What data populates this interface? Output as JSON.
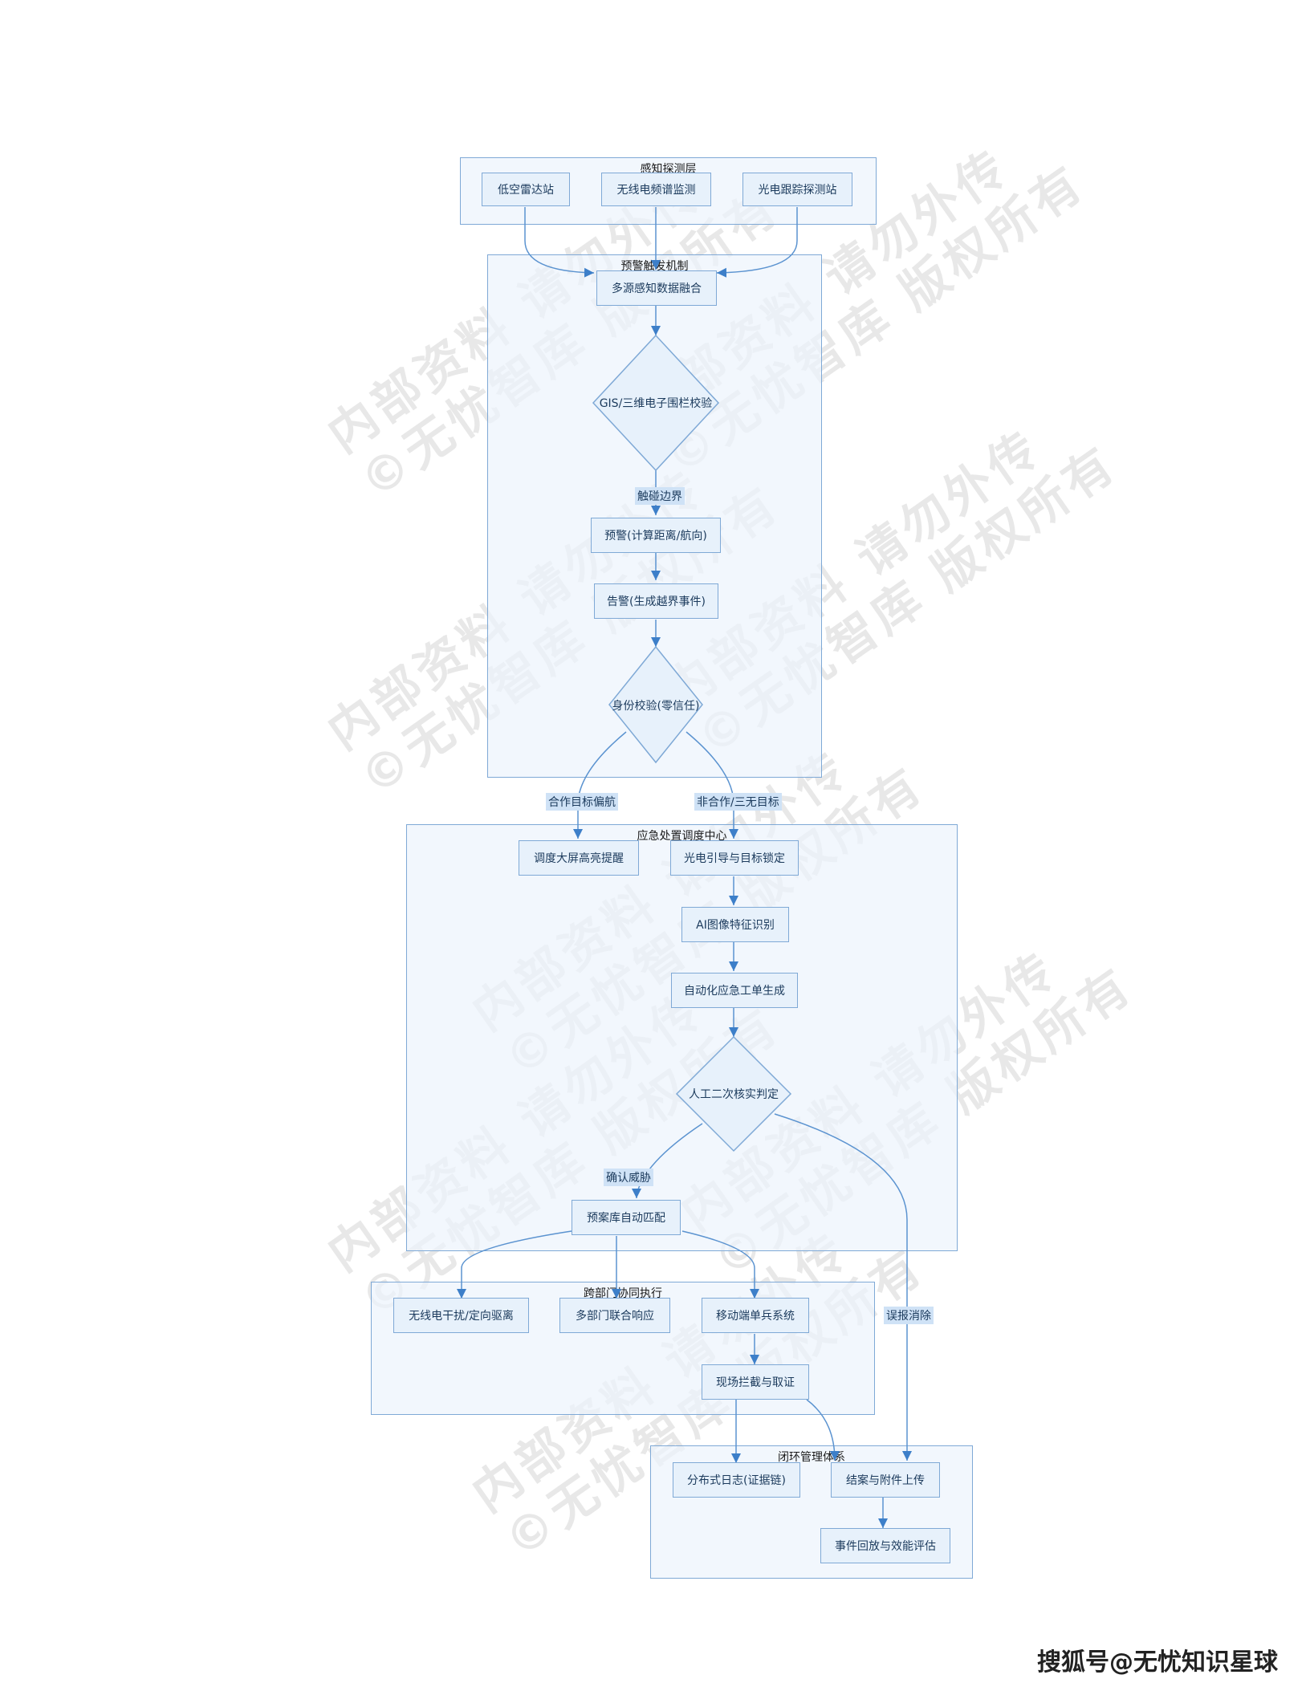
{
  "groups": {
    "sensing": "感知探测层",
    "warning": "预警触发机制",
    "dispatch": "应急处置调度中心",
    "cross": "跨部门协同执行",
    "closed": "闭环管理体系"
  },
  "nodes": {
    "radar": "低空雷达站",
    "rf": "无线电频谱监测",
    "eo": "光电跟踪探测站",
    "fusion": "多源感知数据融合",
    "gis": "GIS/三维电子围栏校验",
    "prewarn": "预警(计算距离/航向)",
    "alarm": "告警(生成越界事件)",
    "identity": "身份校验(零信任)",
    "screen": "调度大屏高亮提醒",
    "eolock": "光电引导与目标锁定",
    "ai": "AI图像特征识别",
    "order": "自动化应急工单生成",
    "manual": "人工二次核实判定",
    "plan": "预案库自动匹配",
    "jam": "无线电干扰/定向驱离",
    "multi": "多部门联合响应",
    "mobile": "移动端单兵系统",
    "intercept": "现场拦截与取证",
    "log": "分布式日志(证据链)",
    "closecase": "结案与附件上传",
    "replay": "事件回放与效能评估"
  },
  "edge_labels": {
    "touch": "触碰边界",
    "coop": "合作目标偏航",
    "noncoop": "非合作/三无目标",
    "confirm": "确认威胁",
    "falsealarm": "误报消除"
  },
  "watermark": {
    "line1": "内部资料 请勿外传",
    "line2": "©无忧智库 版权所有"
  },
  "credit": "搜狐号@无忧知识星球"
}
